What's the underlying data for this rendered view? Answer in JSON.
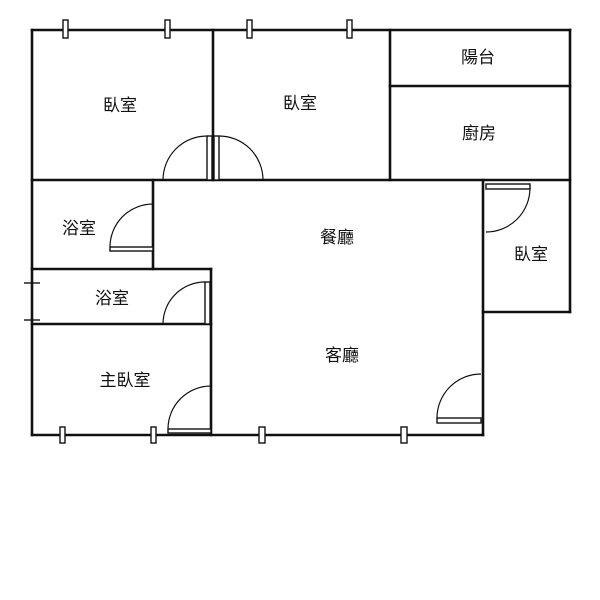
{
  "rooms": {
    "bedroom_nw": "臥室",
    "bedroom_n": "臥室",
    "balcony": "陽台",
    "kitchen": "廚房",
    "bathroom_1": "浴室",
    "dining": "餐廳",
    "bedroom_e": "臥室",
    "bathroom_2": "浴室",
    "living": "客廳",
    "master_bedroom": "主臥室"
  }
}
